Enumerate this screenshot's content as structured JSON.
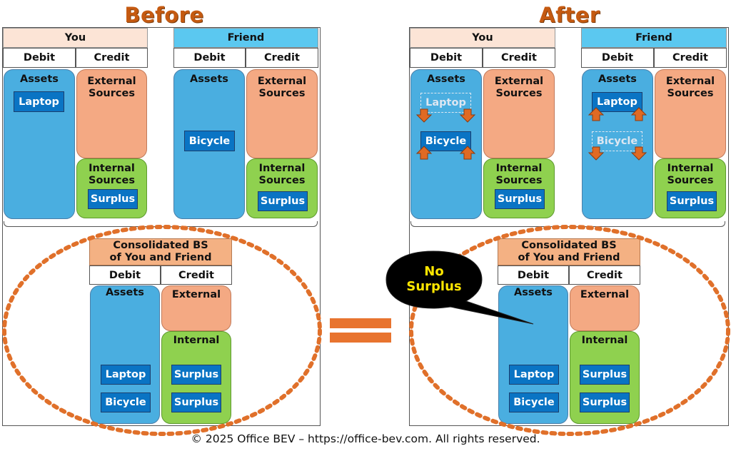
{
  "headings": {
    "before": "Before",
    "after": "After"
  },
  "labels": {
    "you": "You",
    "friend": "Friend",
    "debit": "Debit",
    "credit": "Credit",
    "assets": "Assets",
    "external_sources_1": "External",
    "external_sources_2": "Sources",
    "internal_sources_1": "Internal",
    "internal_sources_2": "Sources",
    "consolidated_1": "Consolidated BS",
    "consolidated_2": "of You and Friend",
    "external": "External",
    "internal": "Internal"
  },
  "items": {
    "laptop": "Laptop",
    "bicycle": "Bicycle",
    "surplus": "Surplus"
  },
  "callout": {
    "line1": "No",
    "line2": "Surplus"
  },
  "copyright": "© 2025 Office BEV – https://office-bev.com. All rights reserved.",
  "colors": {
    "heading": "#c55a11",
    "assets": "#4aaee0",
    "external": "#f4a983",
    "internal": "#8fd14f",
    "item": "#0a74c4",
    "arrow": "#e06a24",
    "ellipse": "#e0702a"
  },
  "icons": [
    "arrow-down-icon",
    "arrow-up-icon",
    "equals-icon",
    "speech-bubble-icon"
  ]
}
